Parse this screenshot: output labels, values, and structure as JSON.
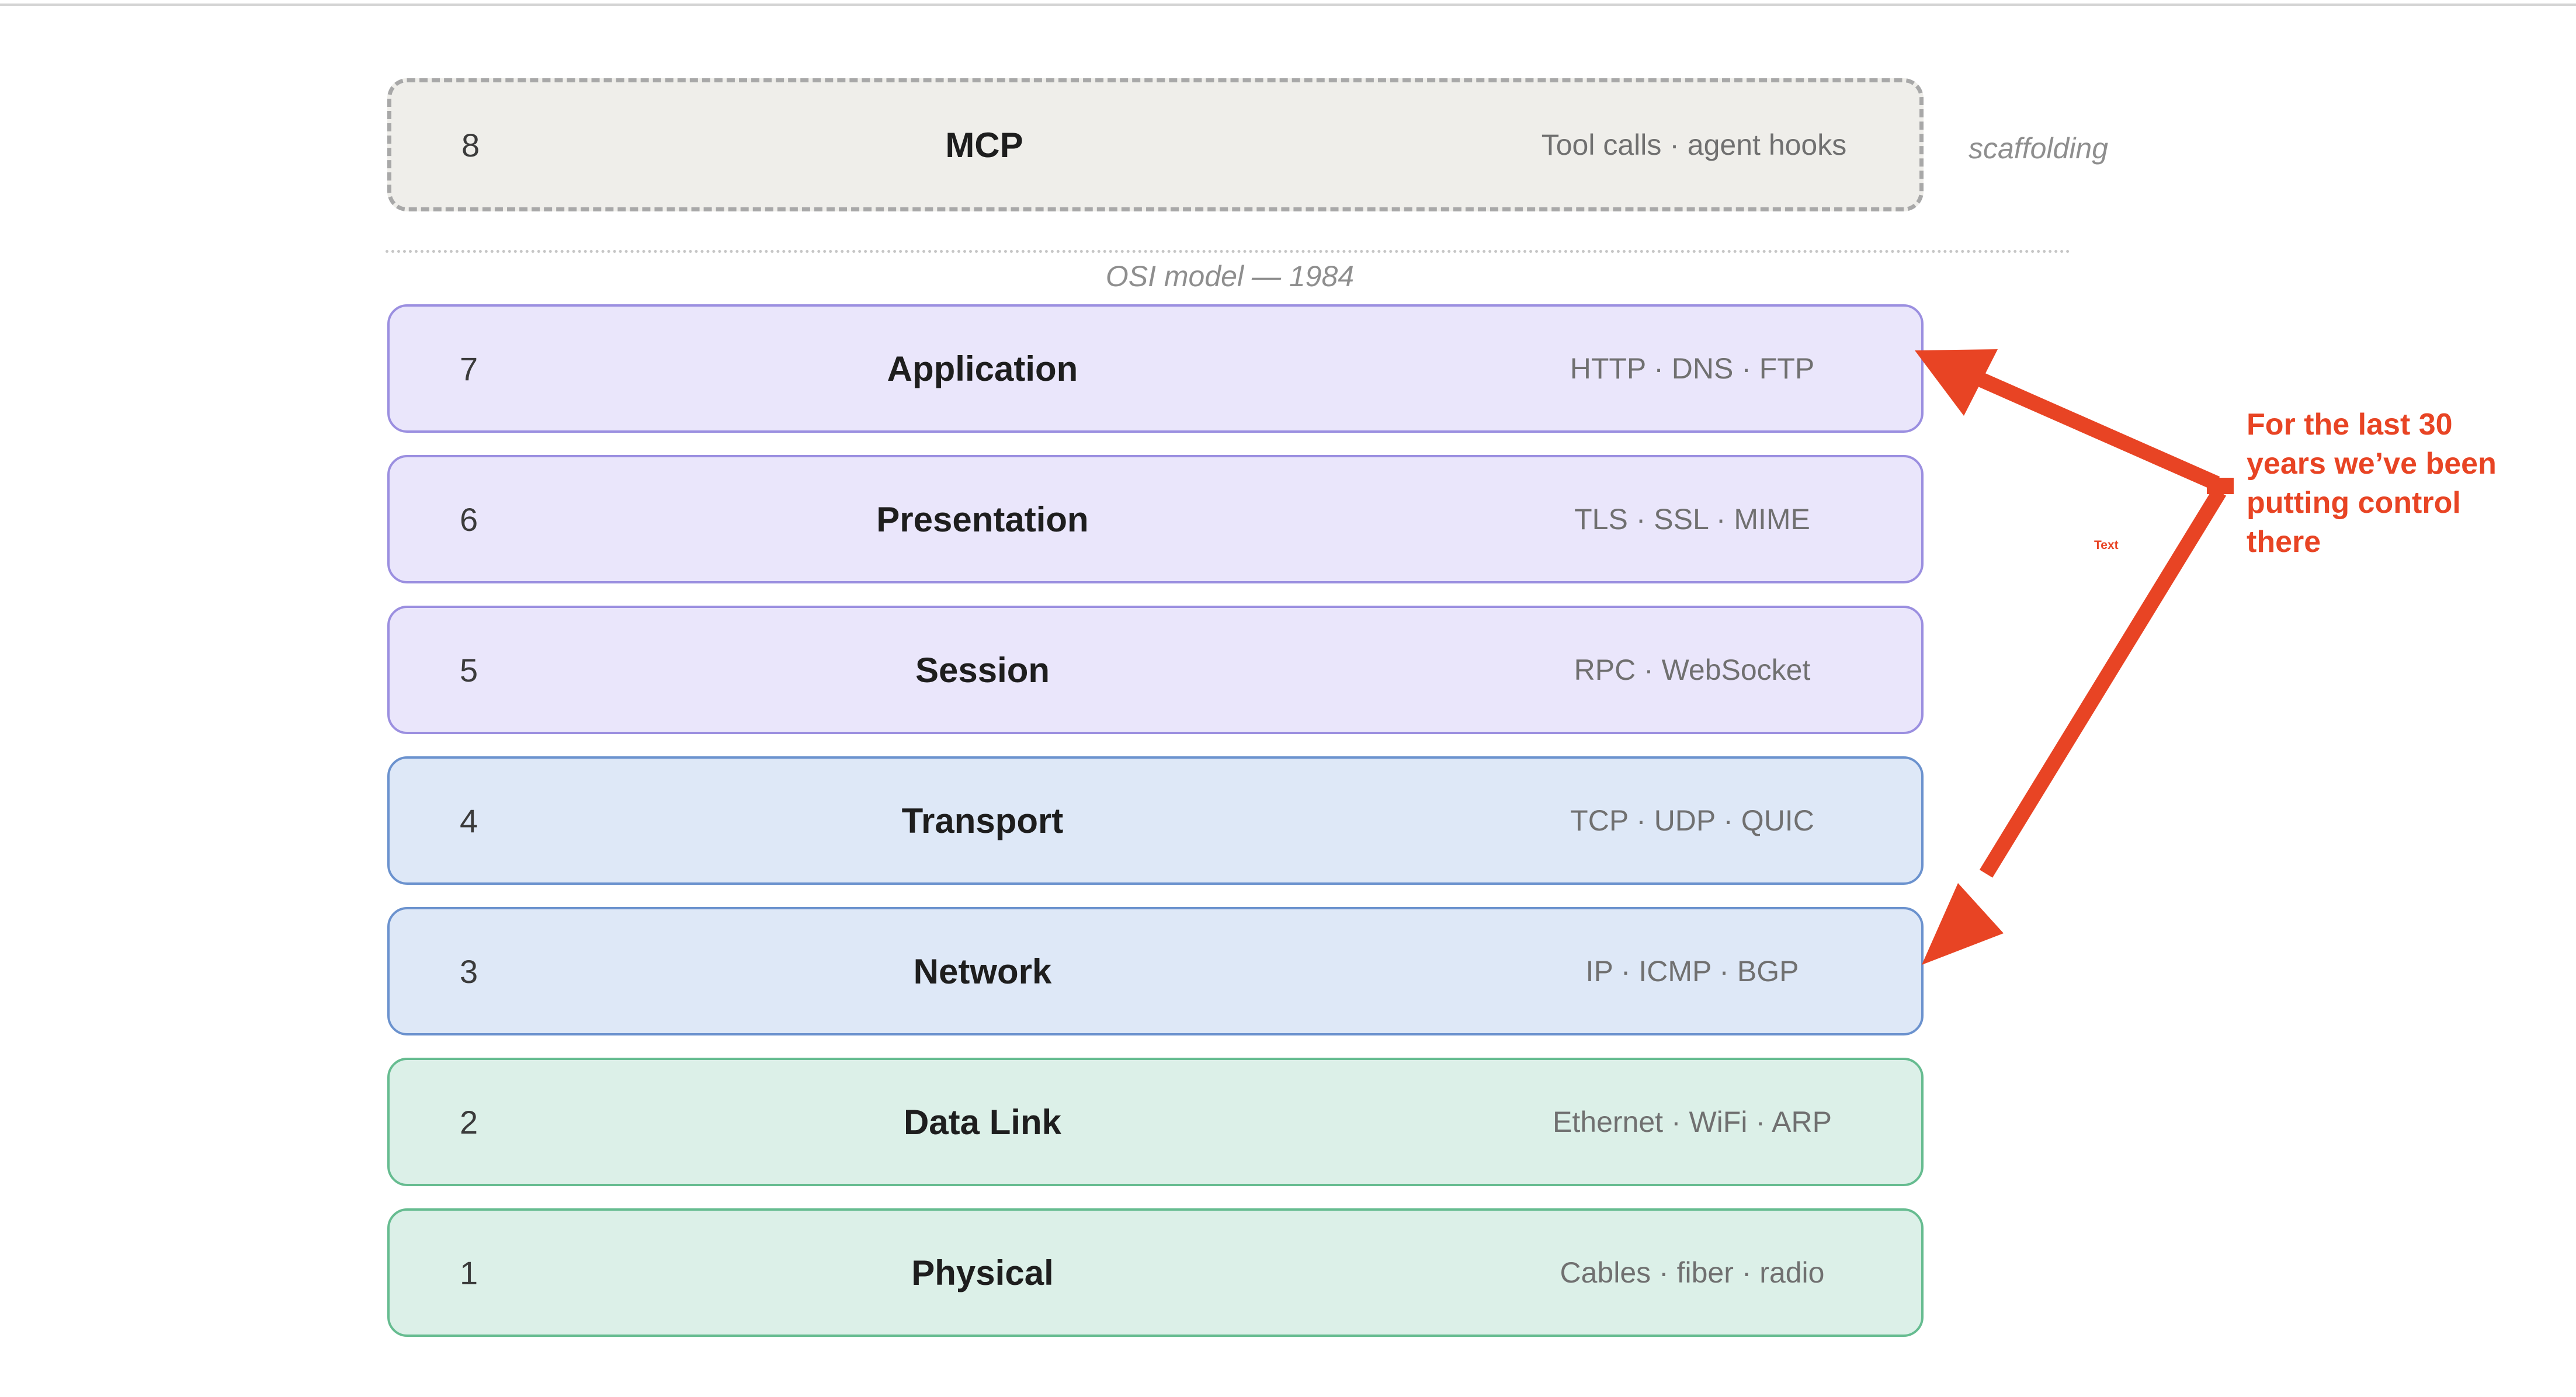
{
  "colors": {
    "accent_red": "#e84424",
    "purple_fill": "#eae6fb",
    "purple_border": "#9b8fe0",
    "blue_fill": "#dee8f7",
    "blue_border": "#6b92ce",
    "green_fill": "#dcf0e8",
    "green_border": "#66bc90",
    "mcp_fill": "#efeeea",
    "mcp_border": "#a8a8a8",
    "muted_text": "#8e8e8e"
  },
  "mcp": {
    "number": "8",
    "name": "MCP",
    "protocols": "Tool calls · agent hooks",
    "side_label": "scaffolding"
  },
  "divider": {
    "caption": "OSI model — 1984"
  },
  "layers": [
    {
      "number": "7",
      "name": "Application",
      "protocols": "HTTP · DNS · FTP",
      "tone": "purple"
    },
    {
      "number": "6",
      "name": "Presentation",
      "protocols": "TLS · SSL · MIME",
      "tone": "purple"
    },
    {
      "number": "5",
      "name": "Session",
      "protocols": "RPC · WebSocket",
      "tone": "purple"
    },
    {
      "number": "4",
      "name": "Transport",
      "protocols": "TCP · UDP · QUIC",
      "tone": "blue"
    },
    {
      "number": "3",
      "name": "Network",
      "protocols": "IP · ICMP · BGP",
      "tone": "blue"
    },
    {
      "number": "2",
      "name": "Data Link",
      "protocols": "Ethernet · WiFi · ARP",
      "tone": "green"
    },
    {
      "number": "1",
      "name": "Physical",
      "protocols": "Cables · fiber · radio",
      "tone": "green"
    }
  ],
  "annotation": {
    "line1": "For the last 30",
    "line2": "years we’ve been",
    "line3": "putting control",
    "line4": "there",
    "tiny_label": "Text"
  }
}
